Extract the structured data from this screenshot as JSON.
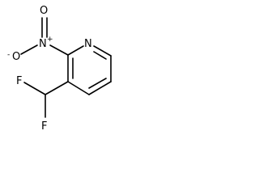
{
  "molecule": {
    "atoms": {
      "nitrogen_ring": "N",
      "nitro_nitrogen": "N",
      "nitro_oxygen_top": "O",
      "nitro_oxygen_left": "O",
      "fluorine_left": "F",
      "fluorine_right": "F"
    },
    "charges": {
      "nitro_nitrogen": "+",
      "nitro_oxygen_left": "-"
    }
  },
  "colors": {
    "ink": "#000000",
    "background": "#ffffff"
  }
}
